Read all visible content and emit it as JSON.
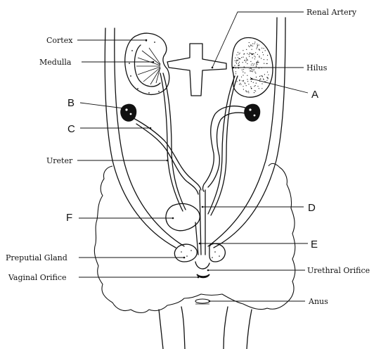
{
  "labels": {
    "renal_artery": "Renal Artery",
    "cortex": "Cortex",
    "medulla": "Medulla",
    "hilus": "Hilus",
    "a": "A",
    "b": "B",
    "c": "C",
    "ureter": "Ureter",
    "d": "D",
    "f": "F",
    "e": "E",
    "preputial_gland": "Preputial Gland",
    "urethral_orifice": "Urethral Orifice",
    "vaginal_orifice": "Vaginal Orifice",
    "anus": "Anus"
  }
}
